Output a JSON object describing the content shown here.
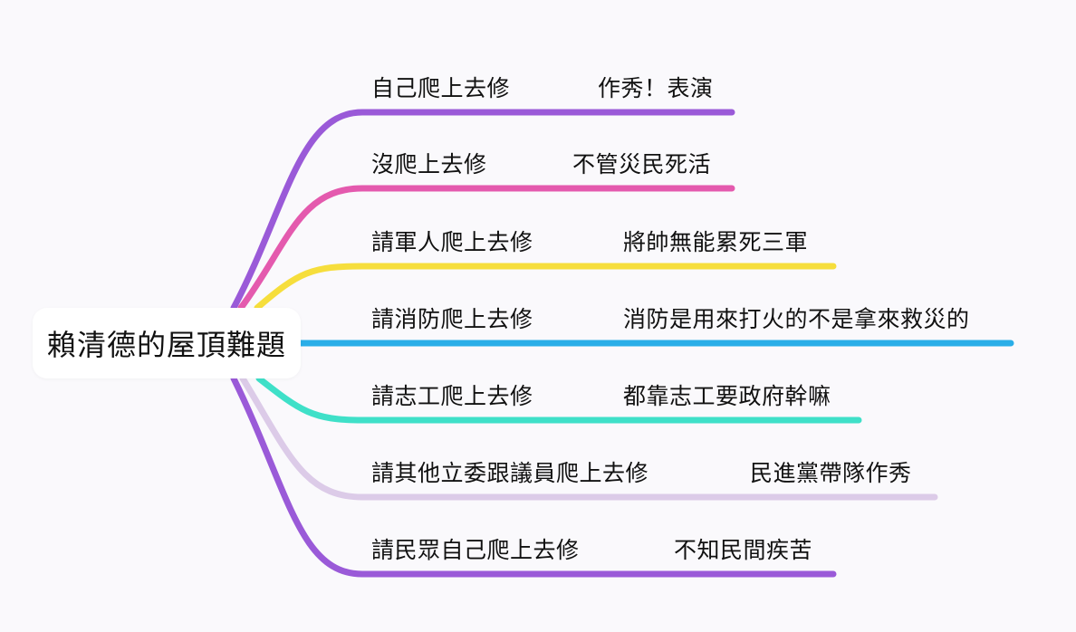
{
  "root": {
    "label": "賴清德的屋頂難題"
  },
  "branches": [
    {
      "action": "自己爬上去修",
      "verdict": "作秀！表演",
      "color": "#9a5ad8"
    },
    {
      "action": "沒爬上去修",
      "verdict": "不管災民死活",
      "color": "#e45aae"
    },
    {
      "action": "請軍人爬上去修",
      "verdict": "將帥無能累死三軍",
      "color": "#f6de3c"
    },
    {
      "action": "請消防爬上去修",
      "verdict": "消防是用來打火的不是拿來救災的",
      "color": "#2aaee8"
    },
    {
      "action": "請志工爬上去修",
      "verdict": "都靠志工要政府幹嘛",
      "color": "#3fe0c8"
    },
    {
      "action": "請其他立委跟議員爬上去修",
      "verdict": "民進黨帶隊作秀",
      "color": "#dccbe8"
    },
    {
      "action": "請民眾自己爬上去修",
      "verdict": "不知民間疾苦",
      "color": "#9a5ad8"
    }
  ]
}
